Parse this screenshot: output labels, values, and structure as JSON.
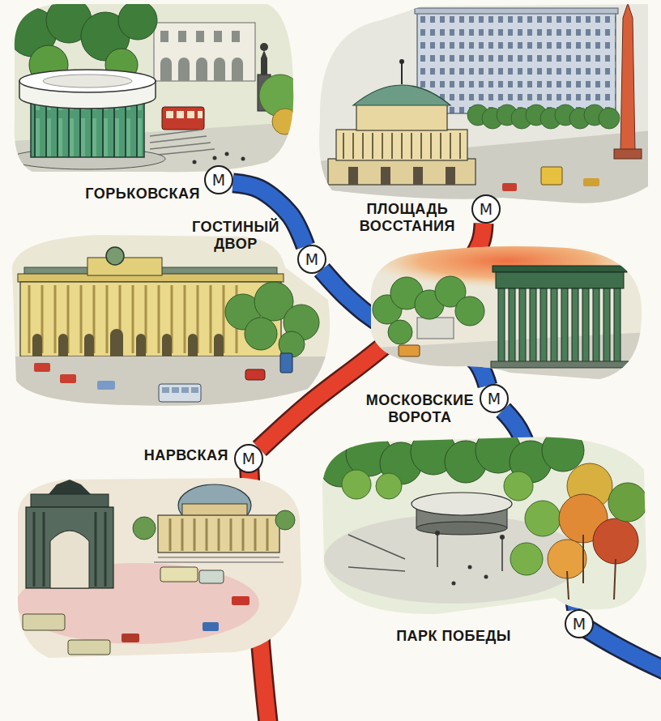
{
  "diagram": {
    "nodes": [
      {
        "text": [
          "ГОРЬКОВСКАЯ",
          "М"
        ]
      },
      {
        "text": [
          "ПЛОЩАДЬ ВОССТАНИЯ",
          "М"
        ]
      },
      {
        "text": [
          "ГОСТИНЫЙ ДВОР",
          "М"
        ]
      },
      {
        "text": [
          "МОСКОВСКИЕ ВОРОТА",
          "М"
        ]
      },
      {
        "text": [
          "НАРВСКАЯ",
          "М"
        ]
      },
      {
        "text": [
          "ПАРК ПОБЕДЫ",
          "М"
        ]
      }
    ],
    "edges": [
      {
        "from": 0,
        "to": 2,
        "arrow": "none"
      },
      {
        "from": 2,
        "to": 3,
        "arrow": "none"
      },
      {
        "from": 3,
        "to": 5,
        "arrow": "none"
      },
      {
        "from": 1,
        "to": 4,
        "arrow": "none"
      }
    ]
  }
}
